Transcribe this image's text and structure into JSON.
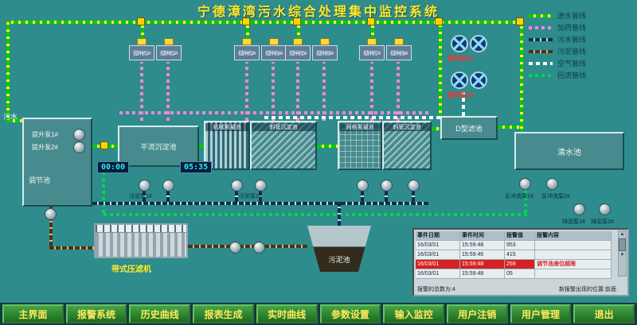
{
  "title": "宁德漳湾污水综合处理集中监控系统",
  "inlet_label": "污水",
  "legend": {
    "items": [
      {
        "label": "进水管线"
      },
      {
        "label": "加药管线"
      },
      {
        "label": "污水管线"
      },
      {
        "label": "污泥管线"
      },
      {
        "label": "空气管线"
      },
      {
        "label": "回流管线"
      }
    ]
  },
  "colors": {
    "background": "#2e8c8c",
    "title": "#ffe92a",
    "pipe_green": "#00cc00",
    "pipe_pink": "#ff85d6",
    "pipe_dark": "#0e2f4e",
    "alarm_red": "#d42222"
  },
  "equipment": {
    "mixers": [
      "搅拌机1#",
      "搅拌机2#",
      "搅拌机3#",
      "搅拌机4#",
      "搅拌机5#",
      "搅拌机6#",
      "搅拌机7#",
      "搅拌机8#"
    ],
    "blowers": [
      "鼓风机1#",
      "鼓风机2#"
    ],
    "tanks": {
      "regulation": "调节池",
      "horizontal_sed": "平流沉淀池",
      "mechanical_floc": "机械絮凝池",
      "inclined_sed_1": "斜管沉淀池",
      "grid_floc": "网格絮凝池",
      "inclined_sed_2": "斜管沉淀池",
      "d_filter": "D型滤池",
      "clear_water": "清水池",
      "sludge_tank": "污泥池",
      "belt_press": "带式压滤机"
    },
    "pumps": {
      "lift_1": "提升泵1#",
      "lift_2": "提升泵2#",
      "sludge_1": "污泥泵1#",
      "sludge_2": "污泥泵2#",
      "backwash_1": "反冲洗泵1#",
      "backwash_2": "反冲洗泵2#",
      "drain_1": "排泥泵1#",
      "drain_2": "排泥泵2#"
    }
  },
  "displays": {
    "timer_1": "00:00",
    "timer_2": "05:35"
  },
  "icons": {
    "scroll_up": "▲",
    "scroll_down": "▼"
  },
  "alarm_table": {
    "headers": [
      "事件日期",
      "事件时间",
      "报警值",
      "报警内容"
    ],
    "rows": [
      [
        "16/03/01",
        "15:59:48",
        "953",
        ""
      ],
      [
        "16/03/01",
        "15:59:46",
        "415",
        ""
      ],
      [
        "16/03/01",
        "15:59:48",
        "259",
        "调节池液位超限"
      ],
      [
        "16/03/01",
        "15:59:48",
        "05",
        ""
      ]
    ],
    "footer_total": "报警的总数为:4",
    "footer_position": "新报警出现的位置:前面"
  },
  "menu": [
    {
      "label": "主界面"
    },
    {
      "label": "报警系统"
    },
    {
      "label": "历史曲线"
    },
    {
      "label": "报表生成"
    },
    {
      "label": "实时曲线"
    },
    {
      "label": "参数设置"
    },
    {
      "label": "输入监控"
    },
    {
      "label": "用户注销"
    },
    {
      "label": "用户管理"
    },
    {
      "label": "退出"
    }
  ]
}
